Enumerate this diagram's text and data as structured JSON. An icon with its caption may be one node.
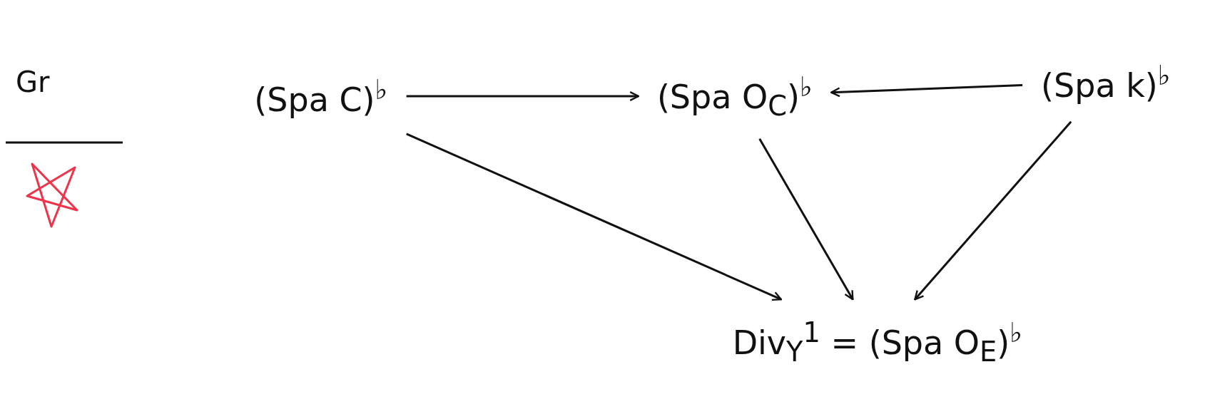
{
  "diagram": {
    "nodes": [
      {
        "text": [
          "(Spa C)$^{♭}$"
        ]
      },
      {
        "text": [
          "(Spa O$_{C}$)$^{♭}$"
        ]
      },
      {
        "text": [
          "(Spa k)$^{♭}$"
        ]
      },
      {
        "text": [
          "Div$_{Y}$$^{1}$ = (Spa O$_{E}$)$^{♭}$"
        ]
      }
    ],
    "edges": [
      {
        "from": 0,
        "to": 1,
        "arrow": "to"
      },
      {
        "from": 2,
        "to": 1,
        "arrow": "to"
      },
      {
        "from": 0,
        "to": 3,
        "arrow": "to"
      },
      {
        "from": 1,
        "to": 3,
        "arrow": "to"
      },
      {
        "from": 2,
        "to": 3,
        "arrow": "to"
      }
    ],
    "labels": [
      "Gr"
    ]
  }
}
